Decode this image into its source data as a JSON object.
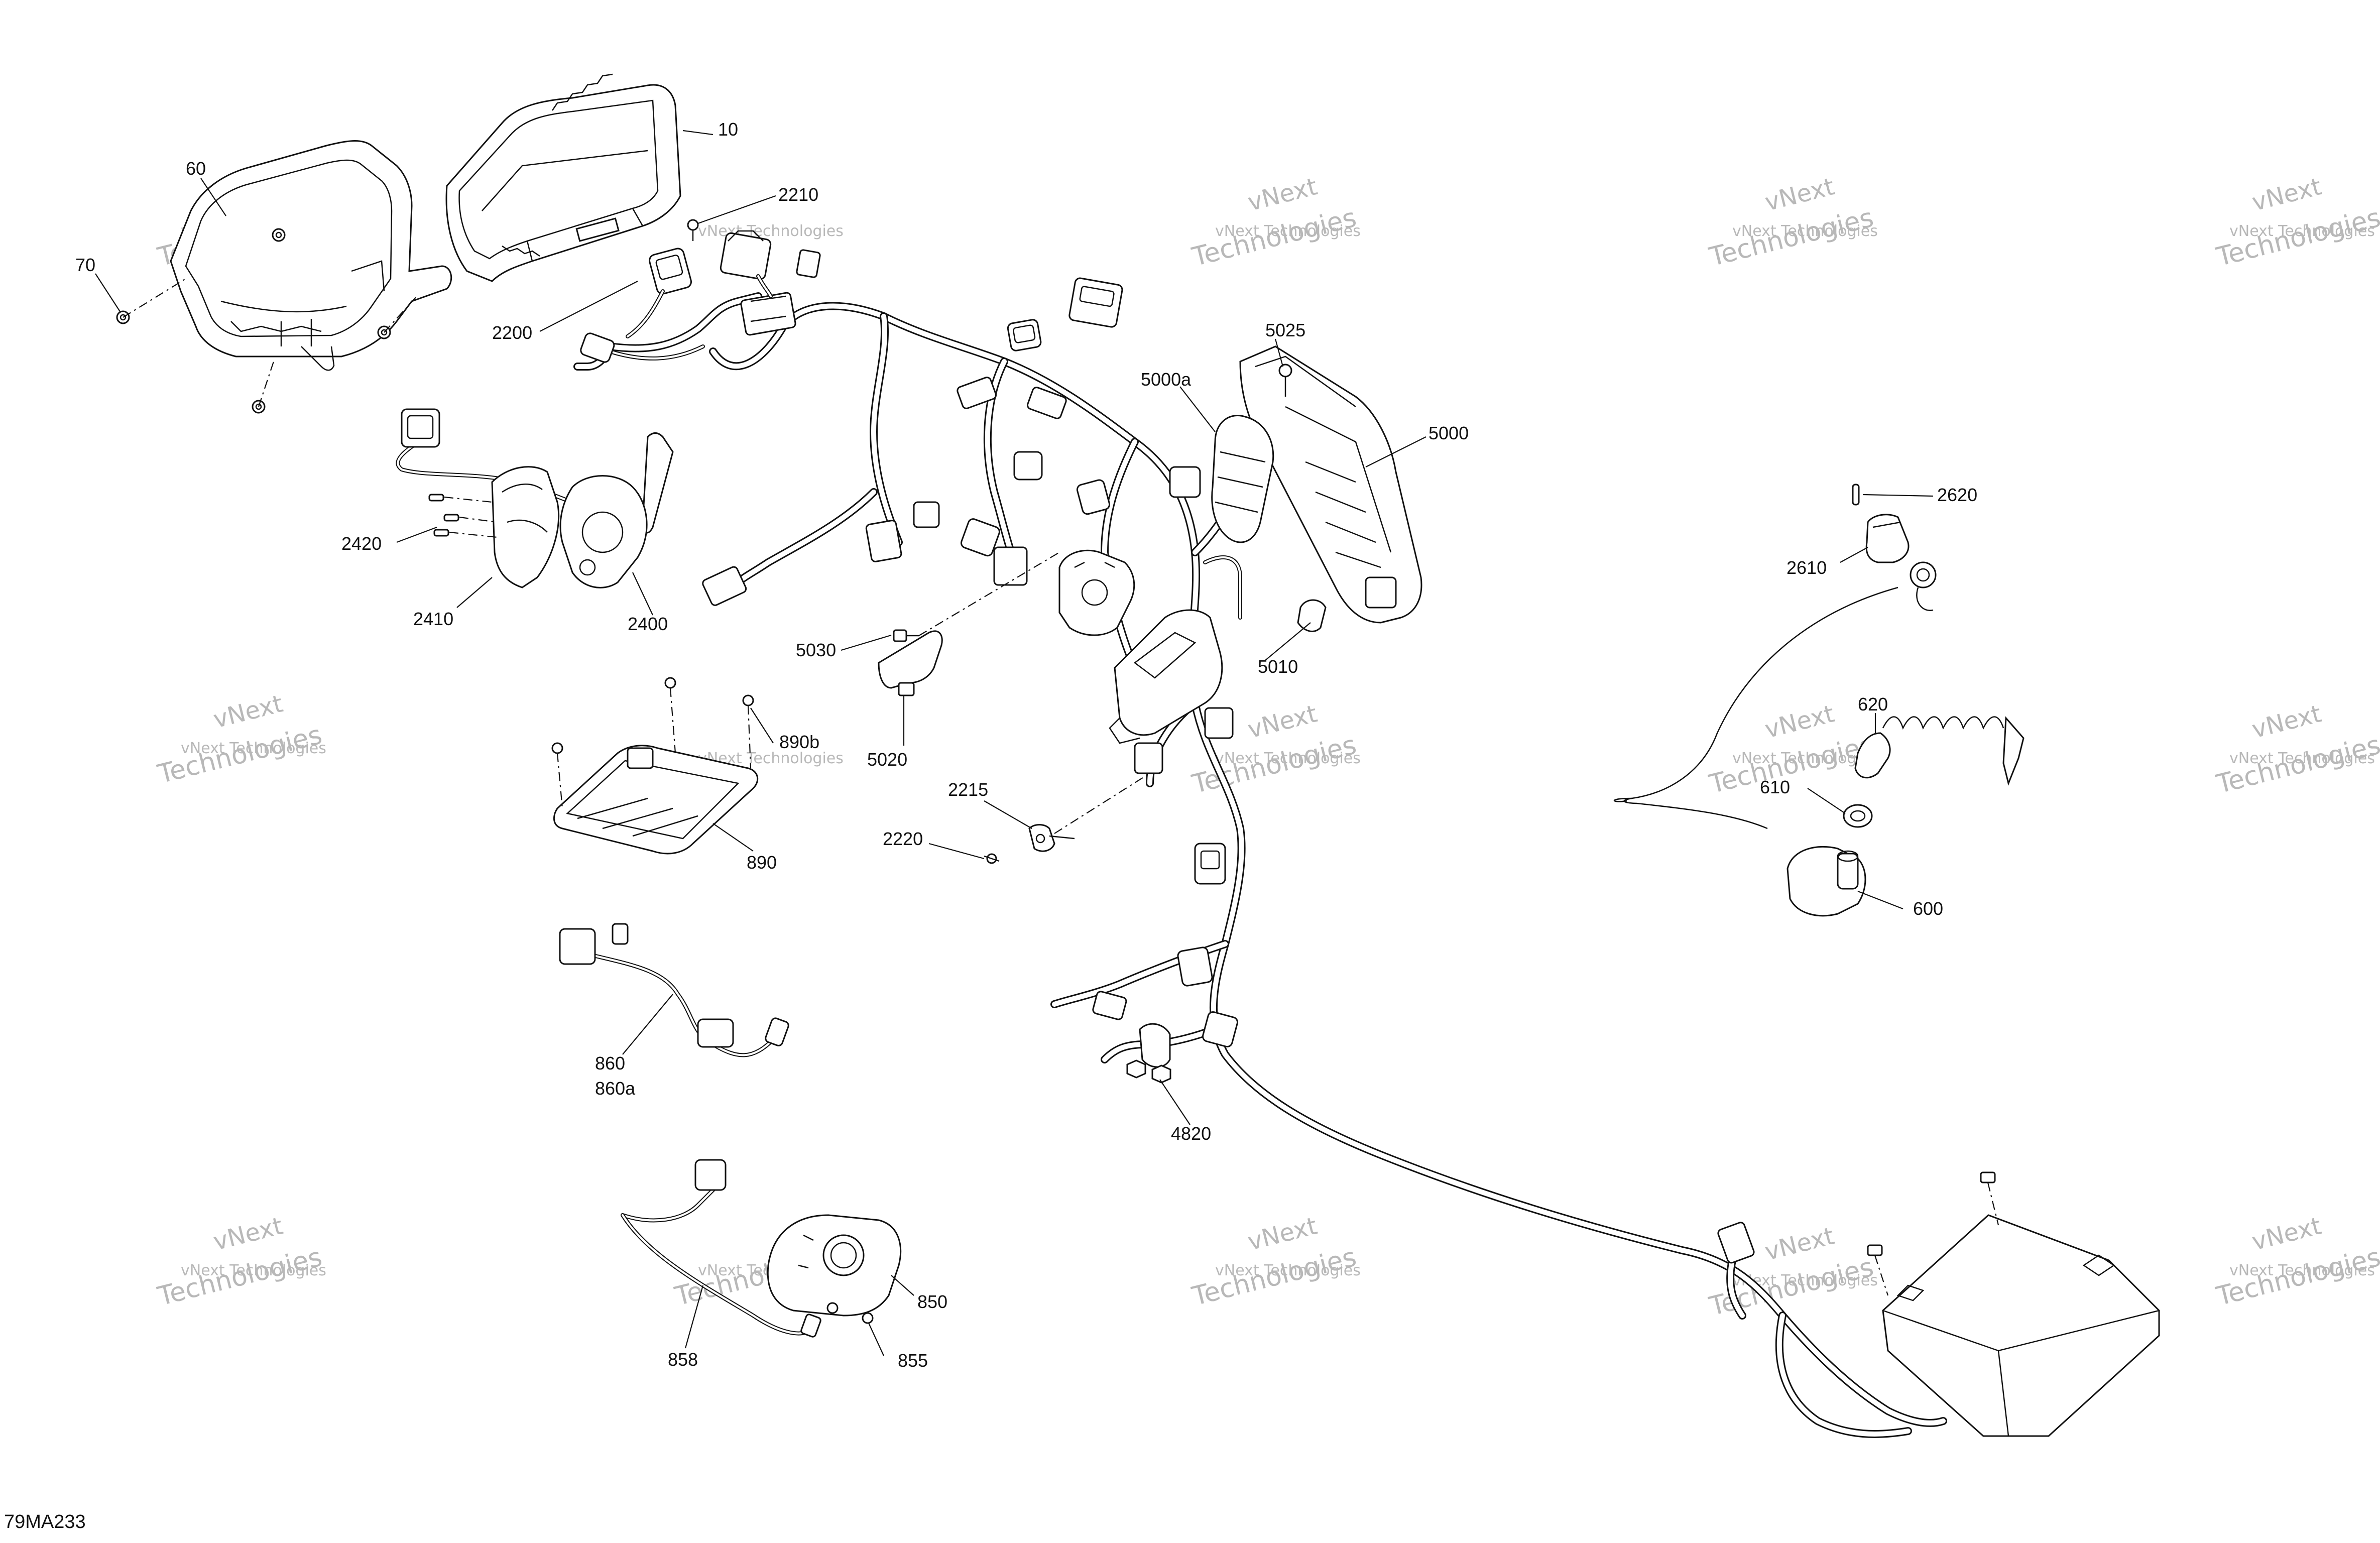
{
  "labels": {
    "l10": "10",
    "l60": "60",
    "l70": "70",
    "l2210": "2210",
    "l2200": "2200",
    "l5025": "5025",
    "l5000a": "5000a",
    "l5000": "5000",
    "l2620": "2620",
    "l2610": "2610",
    "l2420": "2420",
    "l2410": "2410",
    "l2400": "2400",
    "l5030": "5030",
    "l5010": "5010",
    "l5020": "5020",
    "l890b": "890b",
    "l890": "890",
    "l2215": "2215",
    "l2220": "2220",
    "l620": "620",
    "l610": "610",
    "l600": "600",
    "l860": "860",
    "l860a": "860a",
    "l4820": "4820",
    "l850": "850",
    "l858": "858",
    "l855": "855"
  },
  "watermark": {
    "line1": "vNext Technologies",
    "line2": "vNext",
    "line3": "Technologies"
  },
  "drawing_code": "79MA233"
}
